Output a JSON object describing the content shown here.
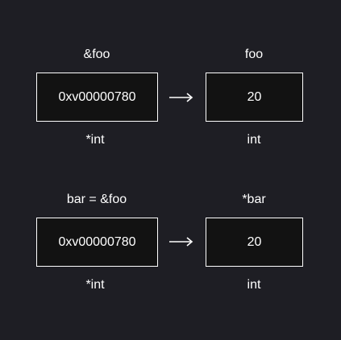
{
  "diagrams": [
    {
      "pointer_top_label": "&foo",
      "pointer_value": "0xv00000780",
      "pointer_type": "*int",
      "target_top_label": "foo",
      "target_value": "20",
      "target_type": "int"
    },
    {
      "pointer_top_label": "bar = &foo",
      "pointer_value": "0xv00000780",
      "pointer_type": "*int",
      "target_top_label": "*bar",
      "target_value": "20",
      "target_type": "int"
    }
  ],
  "icons": {
    "arrow": "arrow-right-icon"
  },
  "colors": {
    "background": "#1e1e24",
    "box_fill": "#121212",
    "stroke": "#ffffff"
  }
}
